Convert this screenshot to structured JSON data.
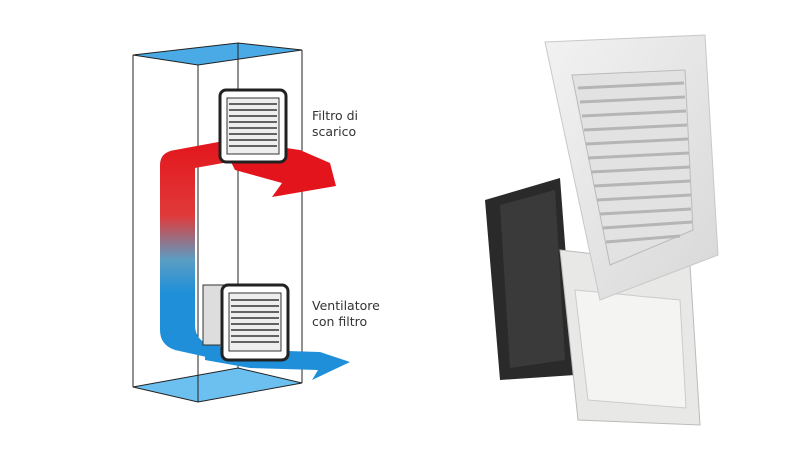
{
  "diagram": {
    "labels": {
      "exhaust_filter_line1": "Filtro di",
      "exhaust_filter_line2": "scarico",
      "fan_filter_line1": "Ventilatore",
      "fan_filter_line2": "con filtro"
    },
    "colors": {
      "hot_air": "#e3141b",
      "cold_air": "#1e8fd8",
      "box_top": "#2a9be0",
      "box_bottom": "#6cc0ef"
    }
  }
}
